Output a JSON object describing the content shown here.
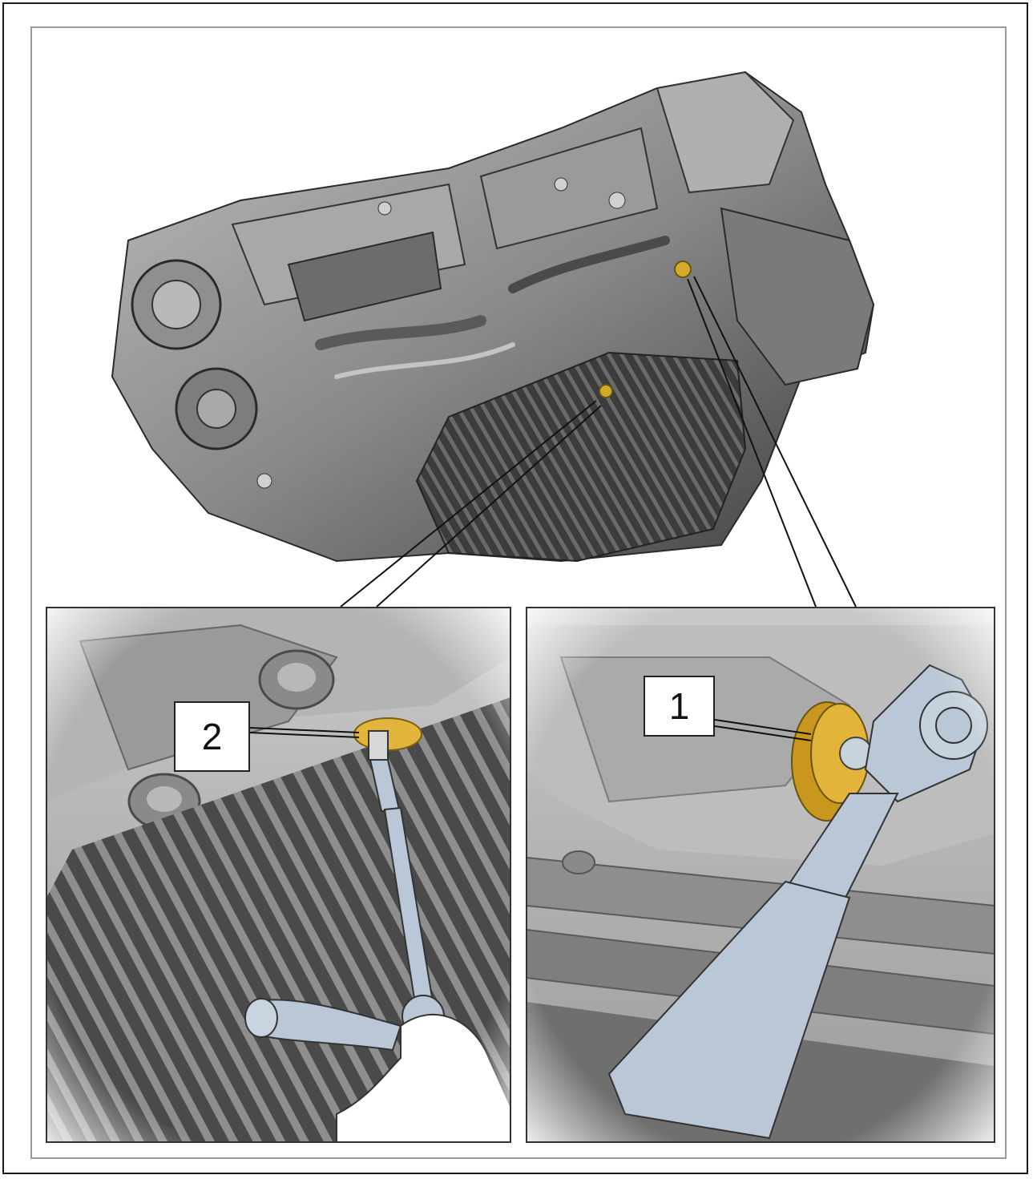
{
  "figure": {
    "overview": {
      "subject": "transmission-assembly"
    },
    "detail_left": {
      "callout_number": "2",
      "marker_color": "#e2b43a"
    },
    "detail_right": {
      "callout_number": "1",
      "marker_color": "#e2b43a"
    },
    "colors": {
      "tool": "#b9c7d6",
      "housing": "#8c8c8c",
      "pan_dark": "#3a3a3a"
    }
  }
}
